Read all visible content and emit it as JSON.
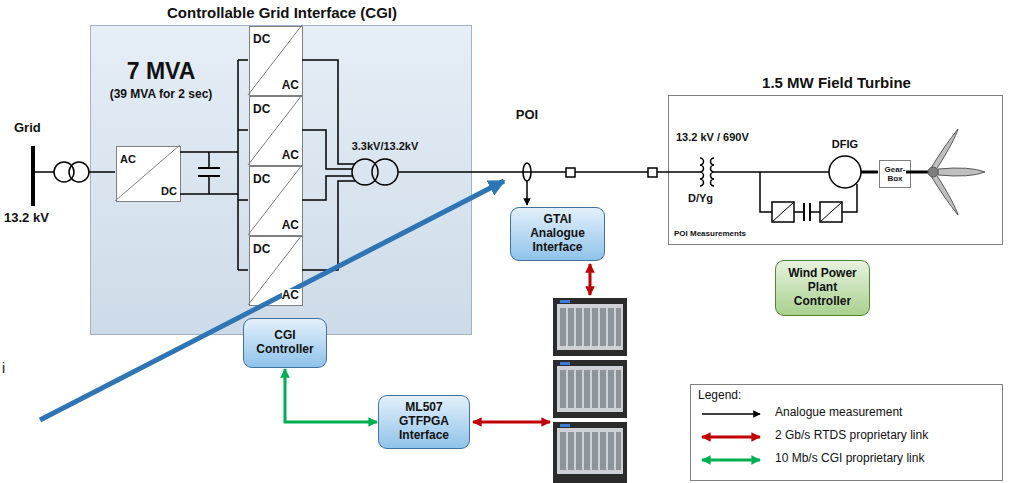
{
  "diagram": {
    "nodes": [
      {
        "text": [
          "Controllable Grid Interface (CGI)",
          "7 MVA",
          "(39 MVA for 2 sec)"
        ]
      },
      {
        "text": [
          "AC",
          "DC"
        ],
        "in": 0
      },
      {
        "text": [
          "DC",
          "AC"
        ],
        "in": 0
      },
      {
        "text": [
          "DC",
          "AC"
        ],
        "in": 0
      },
      {
        "text": [
          "DC",
          "AC"
        ],
        "in": 0
      },
      {
        "text": [
          "DC",
          "AC"
        ],
        "in": 0
      },
      {
        "text": [
          "CGI Controller"
        ]
      },
      {
        "text": [
          "1.5 MW Field Turbine"
        ]
      },
      {
        "text": [
          "Gear- Box"
        ],
        "in": 7
      },
      {
        "text": [
          "GTAI Analogue Interface"
        ]
      },
      {
        "text": [
          "Wind Power Plant Controller"
        ]
      },
      {
        "text": [
          "ML507 GTFPGA Interface"
        ]
      }
    ],
    "edges": [
      {
        "from": 6,
        "to": 11,
        "arrow": "both"
      }
    ],
    "labels": [
      "i",
      "Grid",
      "13.2 kV",
      "3.3kV/13.2kV",
      "POI",
      "13.2 kV / 690V",
      "D/Yg",
      "DFIG",
      "POI Measurements",
      "Legend:"
    ],
    "legend": [
      {
        "text": "Analogue measurement"
      },
      {
        "text": "2 Gb/s RTDS proprietary link"
      },
      {
        "text": "10 Mb/s CGI proprietary link"
      }
    ]
  }
}
